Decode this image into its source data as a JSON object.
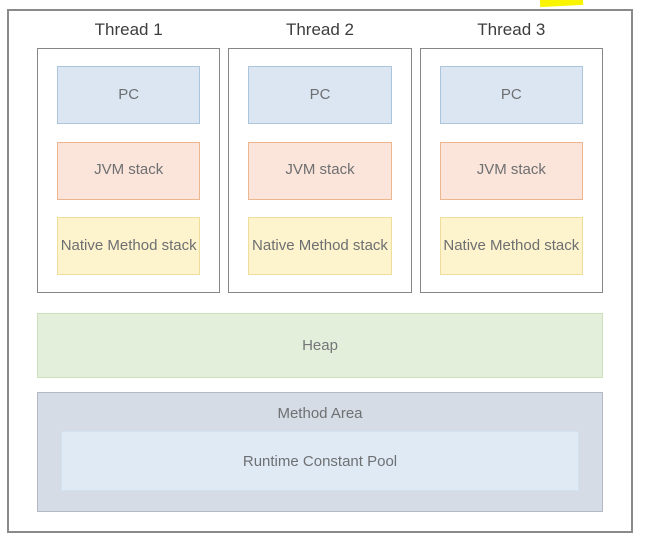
{
  "diagram": {
    "threads": [
      {
        "label": "Thread 1",
        "boxes": [
          {
            "id": "pc",
            "label": "PC"
          },
          {
            "id": "jvm-stack",
            "label": "JVM stack"
          },
          {
            "id": "native-method-stack",
            "label": "Native Method stack"
          }
        ]
      },
      {
        "label": "Thread 2",
        "boxes": [
          {
            "id": "pc",
            "label": "PC"
          },
          {
            "id": "jvm-stack",
            "label": "JVM stack"
          },
          {
            "id": "native-method-stack",
            "label": "Native Method stack"
          }
        ]
      },
      {
        "label": "Thread 3",
        "boxes": [
          {
            "id": "pc",
            "label": "PC"
          },
          {
            "id": "jvm-stack",
            "label": "JVM stack"
          },
          {
            "id": "native-method-stack",
            "label": "Native Method stack"
          }
        ]
      }
    ],
    "heap_label": "Heap",
    "method_area_label": "Method Area",
    "runtime_constant_pool_label": "Runtime Constant Pool",
    "colors": {
      "pc_fill": "#dbe6f2",
      "pc_border": "#abc5dd",
      "jvm_stack_fill": "#fbe5da",
      "jvm_stack_border": "#ecb58d",
      "native_stack_fill": "#fdf3cd",
      "native_stack_border": "#f0dd9c",
      "heap_fill": "#e3efdb",
      "heap_border": "#cbe0bb",
      "method_area_fill": "#d5dce5",
      "method_area_border": "#b2bac5",
      "runtime_pool_fill": "#dfeaf5",
      "frame_border": "#8a8a8a",
      "highlight_mark": "#f9f400",
      "label_text": "#3d3d3f",
      "cell_text": "#6e6f71"
    }
  }
}
